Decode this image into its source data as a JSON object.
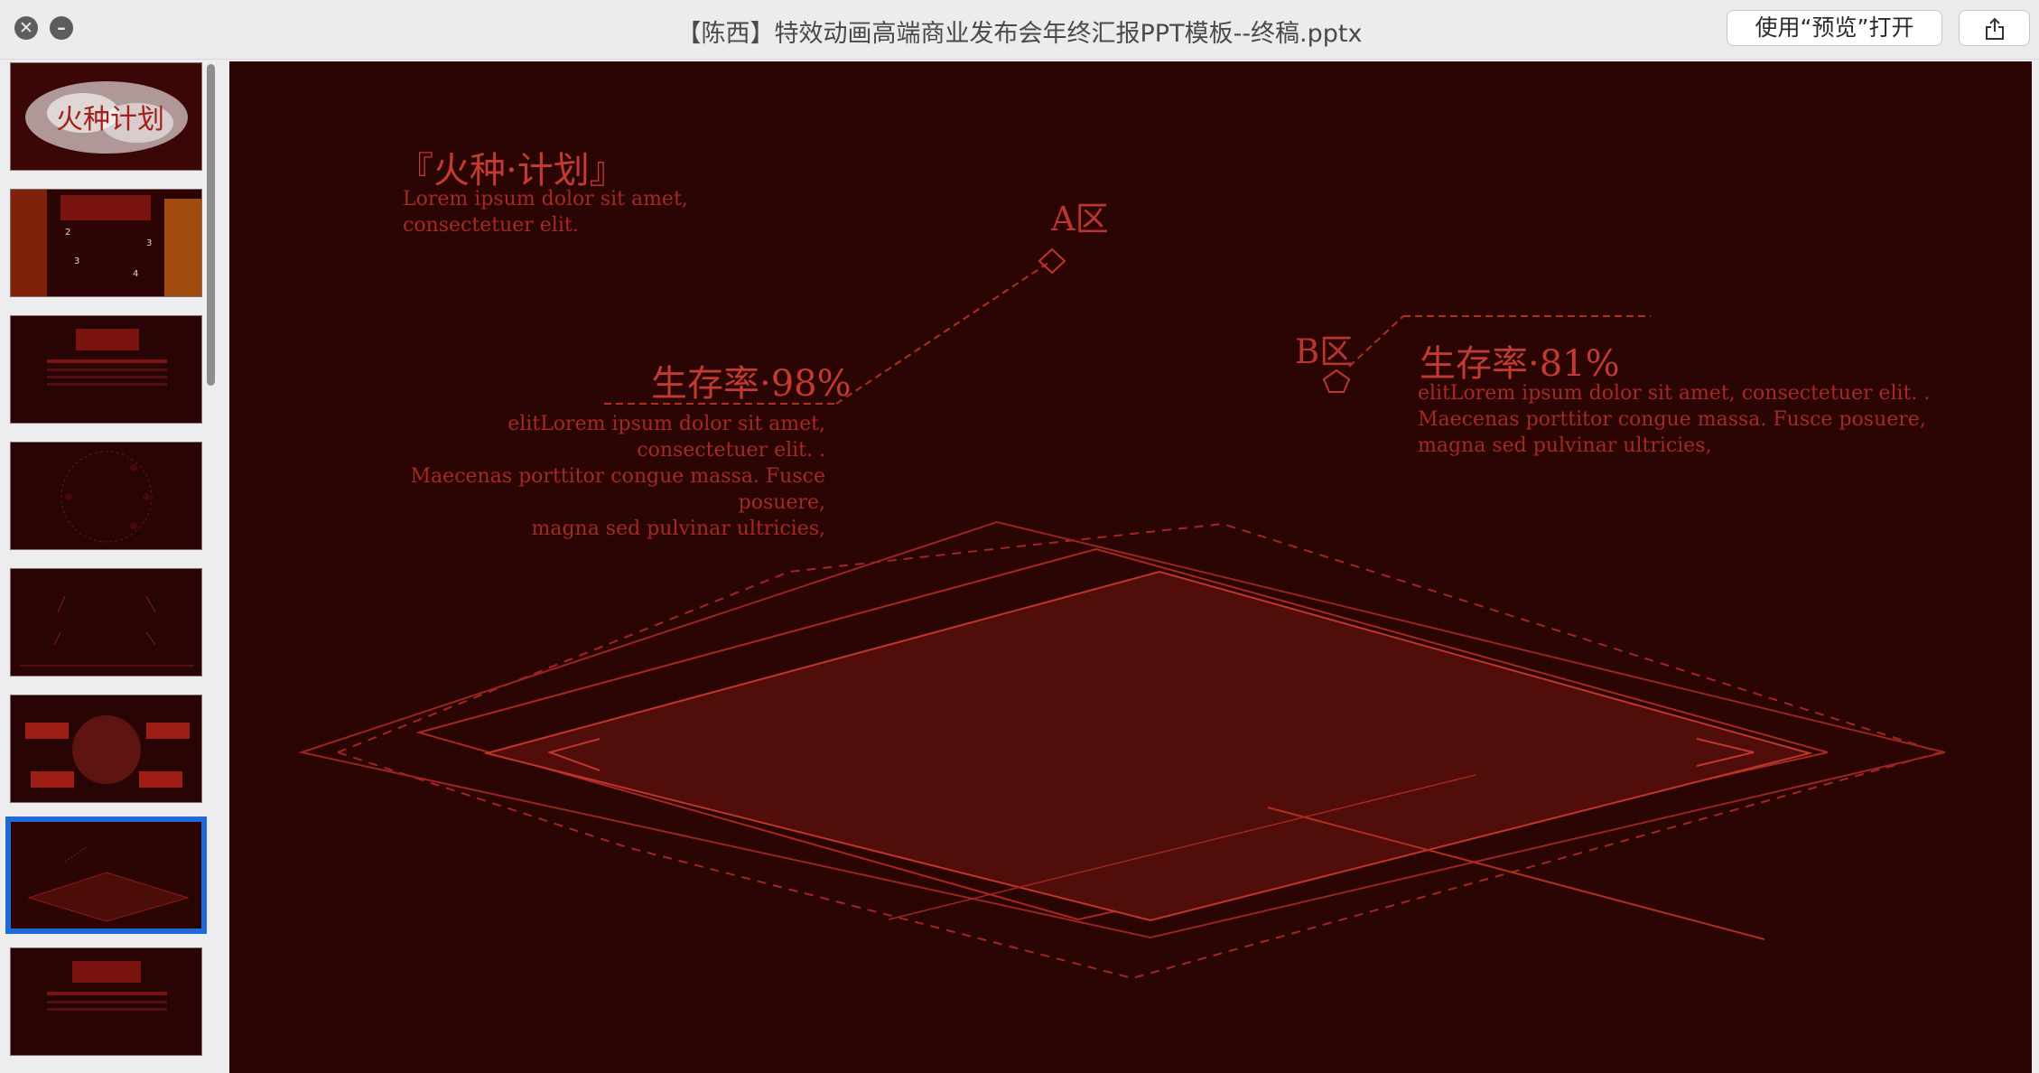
{
  "window": {
    "title": "【陈西】特效动画高端商业发布会年终汇报PPT模板--终稿.pptx",
    "open_button_label": "使用“预览”打开",
    "close_glyph": "✕",
    "minimize_glyph": "–"
  },
  "sidebar": {
    "slides": [
      {
        "index": 1,
        "selected": false
      },
      {
        "index": 2,
        "selected": false
      },
      {
        "index": 3,
        "selected": false
      },
      {
        "index": 4,
        "selected": false
      },
      {
        "index": 5,
        "selected": false
      },
      {
        "index": 6,
        "selected": false
      },
      {
        "index": 7,
        "selected": true
      },
      {
        "index": 8,
        "selected": false
      }
    ]
  },
  "slide": {
    "plan_title": "『火种·计划』",
    "plan_subtitle": "Lorem ipsum dolor sit amet,\nconsectetuer elit.",
    "zone_a_label": "A区",
    "zone_b_label": "B区",
    "rate_a": "生存率·98%",
    "rate_b": "生存率·81%",
    "body_a": "elitLorem ipsum dolor sit amet, consectetuer elit. .\nMaecenas porttitor congue massa. Fusce posuere,\nmagna sed pulvinar ultricies,",
    "body_b": "elitLorem ipsum dolor sit amet, consectetuer elit. .\nMaecenas porttitor congue massa. Fusce posuere,\nmagna sed pulvinar ultricies,"
  },
  "colors": {
    "slide_background": "#2b0404",
    "accent_red": "#c23a32",
    "selection_blue": "#1f6ad8",
    "titlebar": "#ececee"
  },
  "icons": {
    "close": "close-icon",
    "minimize": "minimize-icon",
    "share": "share-icon"
  }
}
